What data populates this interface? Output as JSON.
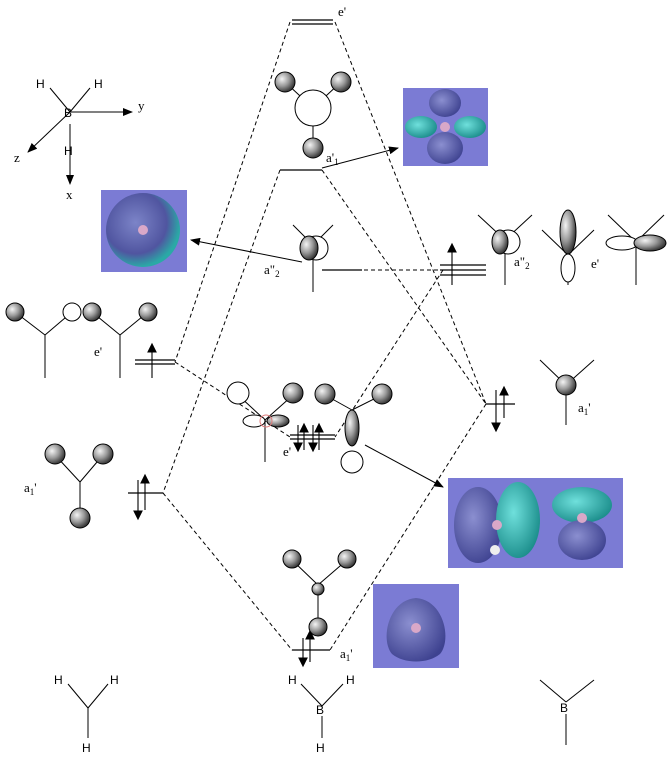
{
  "atoms": {
    "h": "H",
    "b": "B"
  },
  "axes": {
    "x": "x",
    "y": "y",
    "z": "z"
  },
  "labels": {
    "e_top": "e'",
    "a1_top": "a'",
    "a1_top_sub": "1",
    "a2_mid": "a\"",
    "a2_mid_sub": "2",
    "e_left": "e'",
    "e_center": "e'",
    "a1_left": "a",
    "a1_left_sub": "1",
    "a1_left_prime": "'",
    "a1_bottom": "a",
    "a1_bottom_sub": "1",
    "a1_bottom_prime": "'",
    "a2_right": "a\"",
    "a2_right_sub": "2",
    "e_right": "e'",
    "a1_right": "a",
    "a1_right_sub": "1",
    "a1_right_prime": "'"
  },
  "colors": {
    "render_bg": "#7b7bd4",
    "lobe_blue": "#5a5fa8",
    "lobe_cyan": "#2aa9a6",
    "line": "#000000"
  }
}
